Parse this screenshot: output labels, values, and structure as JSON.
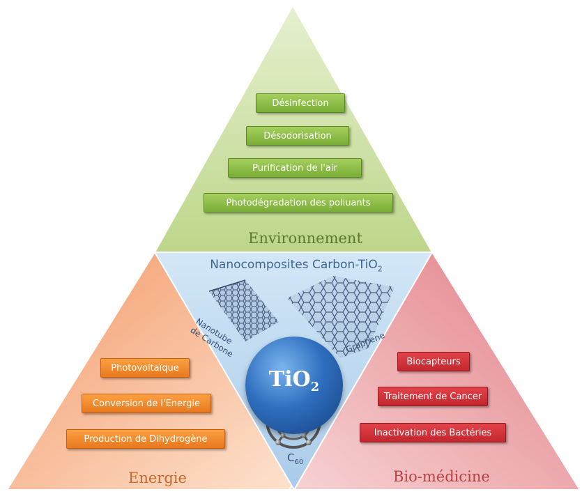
{
  "center": {
    "title": "Nanocomposites Carbon-TiO",
    "title_sub": "2",
    "core_label": "TiO",
    "core_sub": "2",
    "materials": {
      "nanotube_line1": "Nanotube",
      "nanotube_line2": "de Carbone",
      "graphene": "Graphene",
      "fullerene": "C",
      "fullerene_sub": "60"
    }
  },
  "environnement": {
    "title": "Environnement",
    "items": [
      "Désinfection",
      "Désodorisation",
      "Purification de l'air",
      "Photodégradation des polluants"
    ]
  },
  "energie": {
    "title": "Energie",
    "items": [
      "Photovoltaïque",
      "Conversion de l'Energie",
      "Production de Dihydrogène"
    ]
  },
  "biomedicine": {
    "title": "Bio-médicine",
    "items": [
      "Biocapteurs",
      "Traitement de Cancer",
      "Inactivation des Bactéries"
    ]
  },
  "colors": {
    "environnement": "#cfe2a7",
    "energie": "#f7b994",
    "biomedicine": "#e9a3a6",
    "center": "#b9d7ee",
    "tio2": "#2f6fbf"
  }
}
